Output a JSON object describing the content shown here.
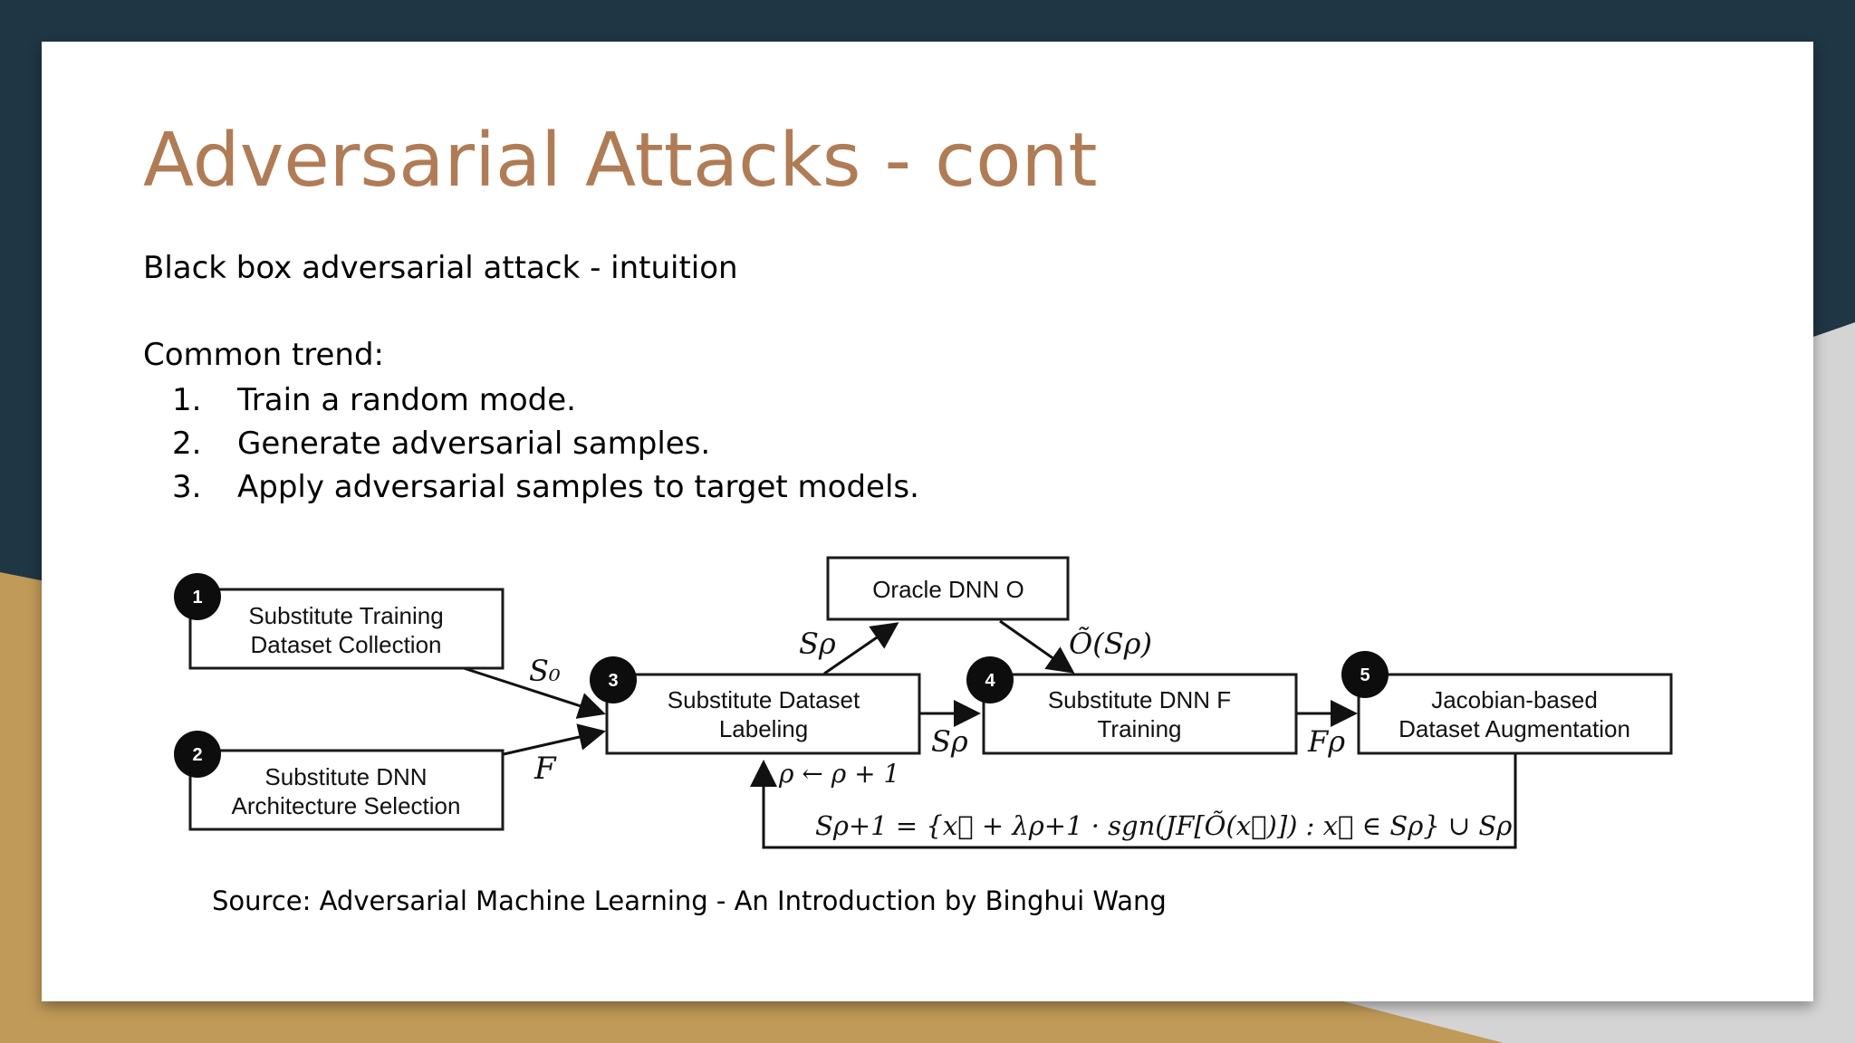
{
  "slide": {
    "title": "Adversarial Attacks - cont",
    "subtitle": "Black box adversarial attack - intuition",
    "trend_heading": "Common trend:",
    "steps": [
      {
        "num": "1.",
        "text": "Train a random mode."
      },
      {
        "num": "2.",
        "text": "Generate adversarial samples."
      },
      {
        "num": "3.",
        "text": "Apply adversarial samples to target models."
      }
    ],
    "source": "Source: Adversarial Machine Learning - An Introduction by Binghui Wang"
  },
  "diagram": {
    "boxes": {
      "collection": [
        "Substitute Training",
        "Dataset Collection"
      ],
      "architecture": [
        "Substitute DNN",
        "Architecture Selection"
      ],
      "labeling": [
        "Substitute Dataset",
        "Labeling"
      ],
      "oracle": [
        "Oracle DNN O"
      ],
      "training": [
        "Substitute DNN F",
        "Training"
      ],
      "augmentation": [
        "Jacobian-based",
        "Dataset Augmentation"
      ]
    },
    "badges": {
      "collection": "1",
      "architecture": "2",
      "labeling": "3",
      "training": "4",
      "augmentation": "5"
    },
    "labels": {
      "s_zero": "S₀",
      "f": "F",
      "s_rho_to_oracle": "Sρ",
      "oracle_output": "Õ(Sρ)",
      "s_rho_to_training": "Sρ",
      "f_rho": "Fρ",
      "rho_update": "ρ ← ρ + 1",
      "augmentation_formula": "Sρ+1 = {x⃗ + λρ+1 · sgn(JF[Õ(x⃗)]) : x⃗ ∈ Sρ} ∪ Sρ"
    }
  },
  "colors": {
    "frame": "#1f3645",
    "accent_gold": "#c09a58",
    "title": "#b07c55",
    "slide_bg": "#ffffff"
  }
}
